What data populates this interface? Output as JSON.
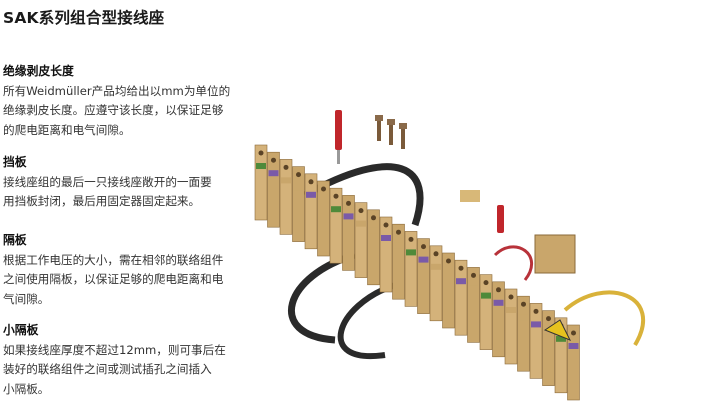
{
  "title": "SAK系列组合型接线座",
  "sections": [
    {
      "heading": "绝缘剥皮长度",
      "lines": [
        "所有Weidmüller产品均给出以mm为单位的",
        "绝缘剥皮长度。应遵守该长度，以保证足够",
        "的爬电距离和电气间隙。"
      ]
    },
    {
      "heading": "挡板",
      "lines": [
        "接线座组的最后一只接线座敞开的一面要",
        "用挡板封闭，最后用固定器固定起来。"
      ]
    },
    {
      "heading": "隔板",
      "lines": [
        "根据工作电压的大小，需在相邻的联络组件",
        "之间使用隔板，以保证足够的爬电距离和电",
        "气间隙。"
      ]
    },
    {
      "heading": "小隔板",
      "lines": [
        "如果接线座厚度不超过12mm，则可事后在",
        "装好的联络组件之间或测试插孔之间插入",
        "小隔板。"
      ]
    }
  ],
  "colors": {
    "block": "#c9a66b",
    "block_dark": "#8a6a3a",
    "cable": "#2a2a2a",
    "accent_red": "#c0262b",
    "accent_purple": "#7a5aa8",
    "accent_green": "#4f8a3a"
  }
}
